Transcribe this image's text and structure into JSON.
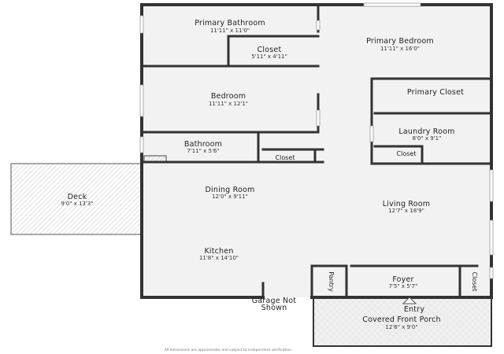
{
  "colors": {
    "wall": "#333333",
    "floor": "#f2f2f2",
    "deck": "#eeeeee",
    "hatch": "#bbbbbb",
    "window": "#cfcfcf"
  },
  "rooms": {
    "primary_bathroom": {
      "name": "Primary Bathroom",
      "dims": "11'11\" x 11'0\""
    },
    "closet_1": {
      "name": "Closet",
      "dims": "5'11\" x 4'11\""
    },
    "primary_bedroom": {
      "name": "Primary Bedroom",
      "dims": "11'11\" x 16'0\""
    },
    "bedroom": {
      "name": "Bedroom",
      "dims": "11'11\" x 12'1\""
    },
    "primary_closet": {
      "name": "Primary Closet"
    },
    "laundry_room": {
      "name": "Laundry Room",
      "dims": "8'0\" x 9'1\""
    },
    "bathroom": {
      "name": "Bathroom",
      "dims": "7'11\" x 5'6\""
    },
    "closet_2": {
      "name": "Closet"
    },
    "closet_3": {
      "name": "Closet"
    },
    "deck": {
      "name": "Deck",
      "dims": "9'0\" x 13'3\""
    },
    "dining_room": {
      "name": "Dining Room",
      "dims": "12'0\" x 9'11\""
    },
    "living_room": {
      "name": "Living Room",
      "dims": "12'7\" x 18'9\""
    },
    "kitchen": {
      "name": "Kitchen",
      "dims": "11'8\" x 14'10\""
    },
    "foyer": {
      "name": "Foyer",
      "dims": "7'5\" x 5'7\""
    },
    "pantry": {
      "name": "Pantry"
    },
    "closet_4": {
      "name": "Closet"
    },
    "entry": {
      "name": "Entry"
    },
    "covered_front_porch": {
      "name": "Covered Front Porch",
      "dims": "12'6\" x 9'0\""
    }
  },
  "garage_note": {
    "line1": "Garage Not",
    "line2": "Shown"
  },
  "disclaimer": "All dimensions are approximate and subject to independent verification."
}
